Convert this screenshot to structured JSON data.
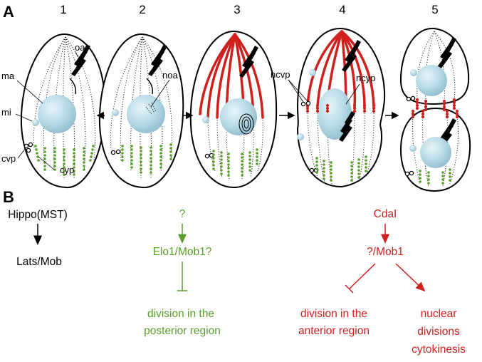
{
  "panel_a": {
    "letter": "A",
    "stages": [
      "1",
      "2",
      "3",
      "4",
      "5"
    ],
    "labels": {
      "oa": "oa",
      "ma": "ma",
      "mi": "mi",
      "cvp": "cvp",
      "cyp": "cyp",
      "noa": "noa",
      "ncvp": "ncvp",
      "ncyp": "ncyp"
    }
  },
  "panel_b": {
    "letter": "B",
    "hippo": {
      "top": "Hippo(MST)",
      "bottom": "Lats/Mob"
    },
    "green": {
      "top": "?",
      "middle": "Elo1/Mob1?",
      "bottom_line1": "division in the",
      "bottom_line2": "posterior region"
    },
    "red": {
      "top": "CdaI",
      "middle": "?/Mob1",
      "left_line1": "division in the",
      "left_line2": "anterior region",
      "right_line1": "nuclear",
      "right_line2": "divisions",
      "right_line3": "cytokinesis"
    }
  },
  "colors": {
    "red": "#d0201e",
    "green": "#5a9e2a",
    "nucleus": "#b4d8e4",
    "black": "#000000"
  }
}
